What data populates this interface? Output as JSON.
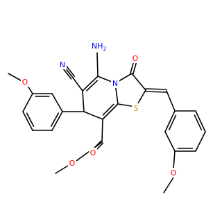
{
  "colors": {
    "bond": "#000000",
    "nitrogen": "#0000ff",
    "oxygen": "#ff0000",
    "sulfur": "#b8a000"
  },
  "atoms": {
    "ring_n": "N",
    "sulfur": "S",
    "nitrile_n": "N",
    "amine": "NH",
    "amine_sub": "2",
    "ketone_o": "O",
    "ester_o_carbonyl": "O",
    "ester_o_ether": "O",
    "methoxy_left_o": "O",
    "methoxy_right_o": "O"
  }
}
